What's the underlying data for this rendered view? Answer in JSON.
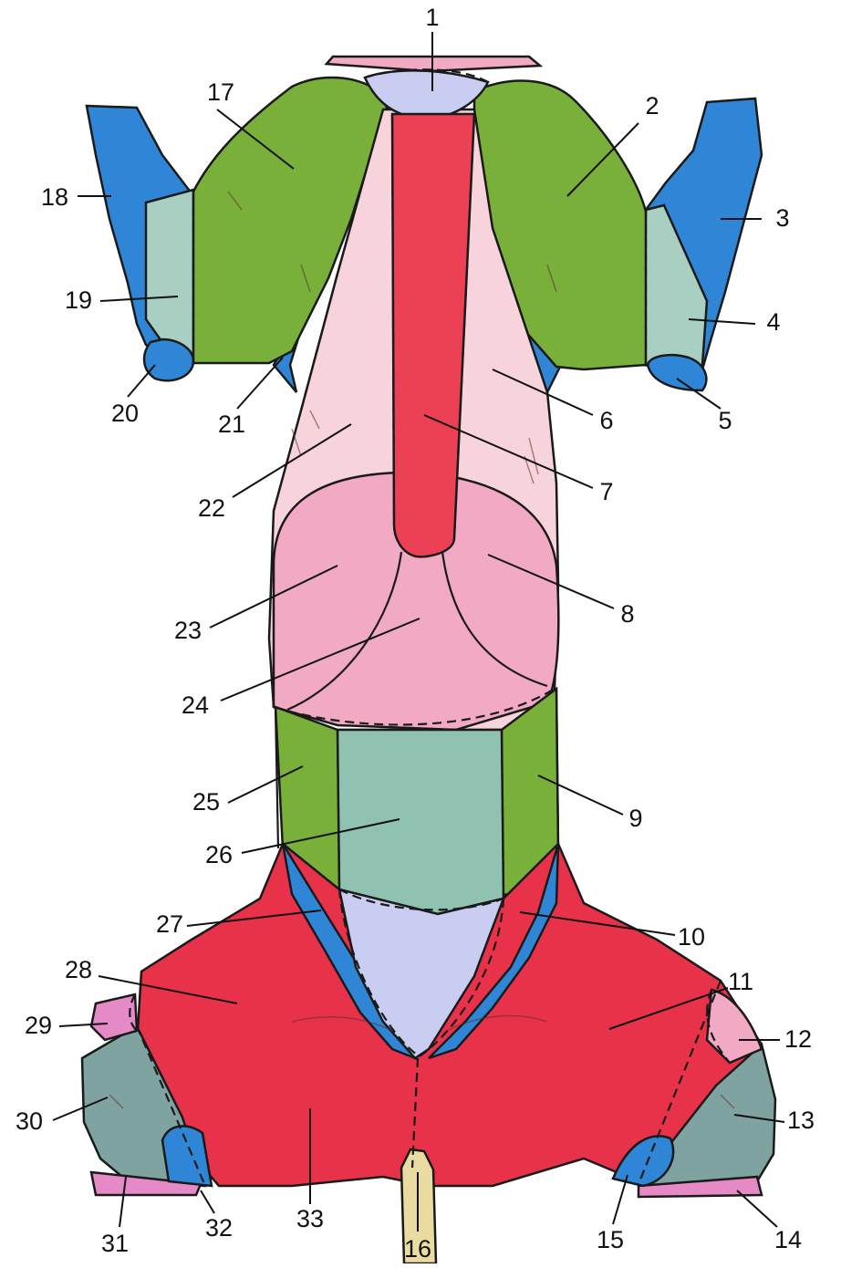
{
  "colors": {
    "green": "#79b03a",
    "blue": "#2f86d6",
    "light_green": "#a9cfc2",
    "pink": "#f7d3dc",
    "medium_pink": "#f1a9c4",
    "red": "#ec4055",
    "red_dark": "#e8324a",
    "lavender": "#c9cdf2",
    "teal": "#8fc2b0",
    "gray_teal": "#7fa3a0",
    "yellow": "#eadba0",
    "magenta": "#e58ac6"
  },
  "labels": [
    "1",
    "2",
    "3",
    "4",
    "5",
    "6",
    "7",
    "8",
    "9",
    "10",
    "11",
    "12",
    "13",
    "14",
    "15",
    "16",
    "17",
    "18",
    "19",
    "20",
    "21",
    "22",
    "23",
    "24",
    "25",
    "26",
    "27",
    "28",
    "29",
    "30",
    "31",
    "32",
    "33"
  ]
}
